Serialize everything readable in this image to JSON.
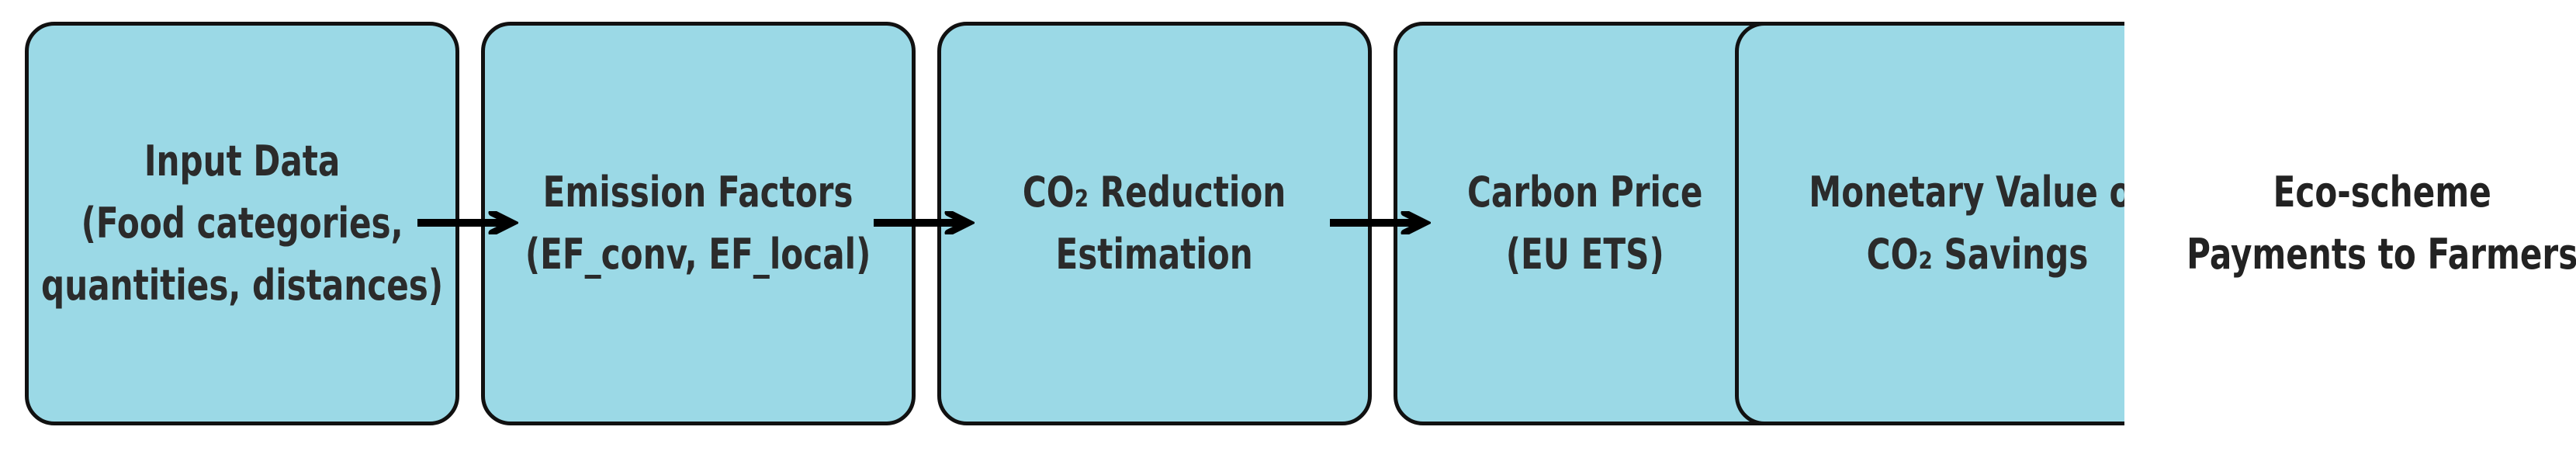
{
  "diagram": {
    "nodes": [
      {
        "id": "input-data",
        "lines": [
          "Input Data",
          "(Food categories,",
          "quantities, distances)"
        ]
      },
      {
        "id": "emission-factors",
        "lines": [
          "Emission Factors",
          "(EF_conv, EF_local)"
        ]
      },
      {
        "id": "co2-reduction",
        "lines": [
          "CO₂ Reduction",
          "Estimation"
        ]
      },
      {
        "id": "carbon-price",
        "lines": [
          "Carbon Price",
          "(EU ETS)"
        ]
      },
      {
        "id": "monetary-value",
        "lines": [
          "Monetary Value of",
          "CO₂ Savings"
        ]
      },
      {
        "id": "eco-scheme",
        "lines": [
          "Eco-scheme",
          "Payments to Farmers"
        ]
      }
    ],
    "edges": [
      {
        "from": "input-data",
        "to": "emission-factors"
      },
      {
        "from": "emission-factors",
        "to": "co2-reduction"
      },
      {
        "from": "co2-reduction",
        "to": "carbon-price"
      }
    ],
    "box_fill": "#9bd9e6",
    "box_border": "#111111",
    "text_color": "#2b2b2b"
  }
}
